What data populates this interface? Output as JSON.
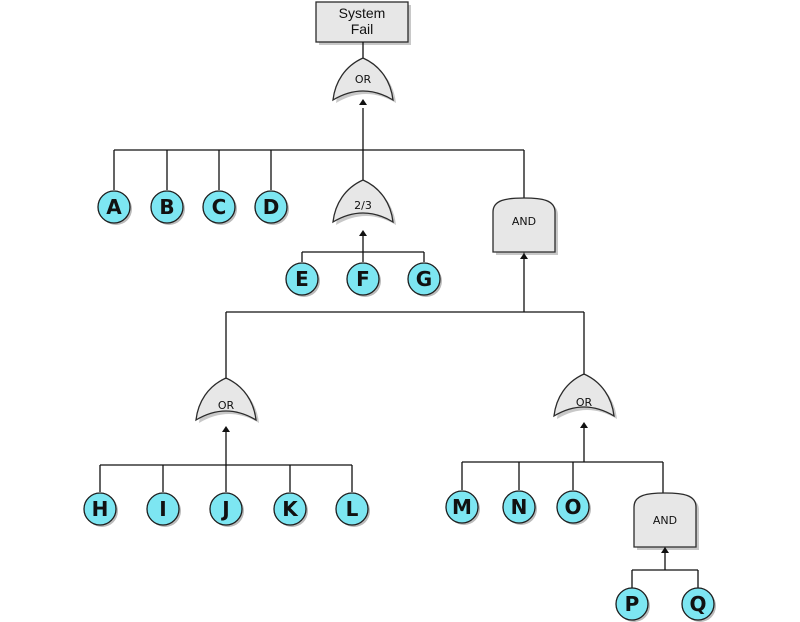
{
  "top_event": {
    "label_line1": "System",
    "label_line2": "Fail"
  },
  "gates": {
    "top_or": {
      "type": "or",
      "label": "OR"
    },
    "vote": {
      "type": "or",
      "label": "2/3"
    },
    "and_main": {
      "type": "and",
      "label": "AND"
    },
    "or_left": {
      "type": "or",
      "label": "OR"
    },
    "or_right": {
      "type": "or",
      "label": "OR"
    },
    "and_small": {
      "type": "and",
      "label": "AND"
    }
  },
  "events": {
    "a": "A",
    "b": "B",
    "c": "C",
    "d": "D",
    "e": "E",
    "f": "F",
    "g": "G",
    "h": "H",
    "i": "I",
    "j": "J",
    "k": "K",
    "l": "L",
    "m": "M",
    "n": "N",
    "o": "O",
    "p": "P",
    "q": "Q"
  },
  "colors": {
    "event_fill": "#7de6f2",
    "gate_fill": "#e7e7e7"
  }
}
